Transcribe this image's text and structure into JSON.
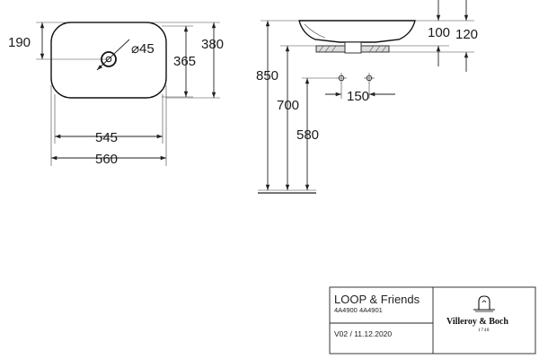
{
  "drawing": {
    "top_view": {
      "dim_190": "190",
      "dim_hole": "⌀45",
      "dim_365": "365",
      "dim_380": "380",
      "dim_545": "545",
      "dim_560": "560"
    },
    "side_view": {
      "dim_100": "100",
      "dim_120": "120",
      "dim_850": "850",
      "dim_700": "700",
      "dim_580": "580",
      "dim_150": "150"
    }
  },
  "title_block": {
    "product_name": "LOOP & Friends",
    "article_numbers": "4A4900 4A4901",
    "version": "V02 / 11.12.2020",
    "brand": "Villeroy & Boch",
    "brand_year": "1748"
  }
}
